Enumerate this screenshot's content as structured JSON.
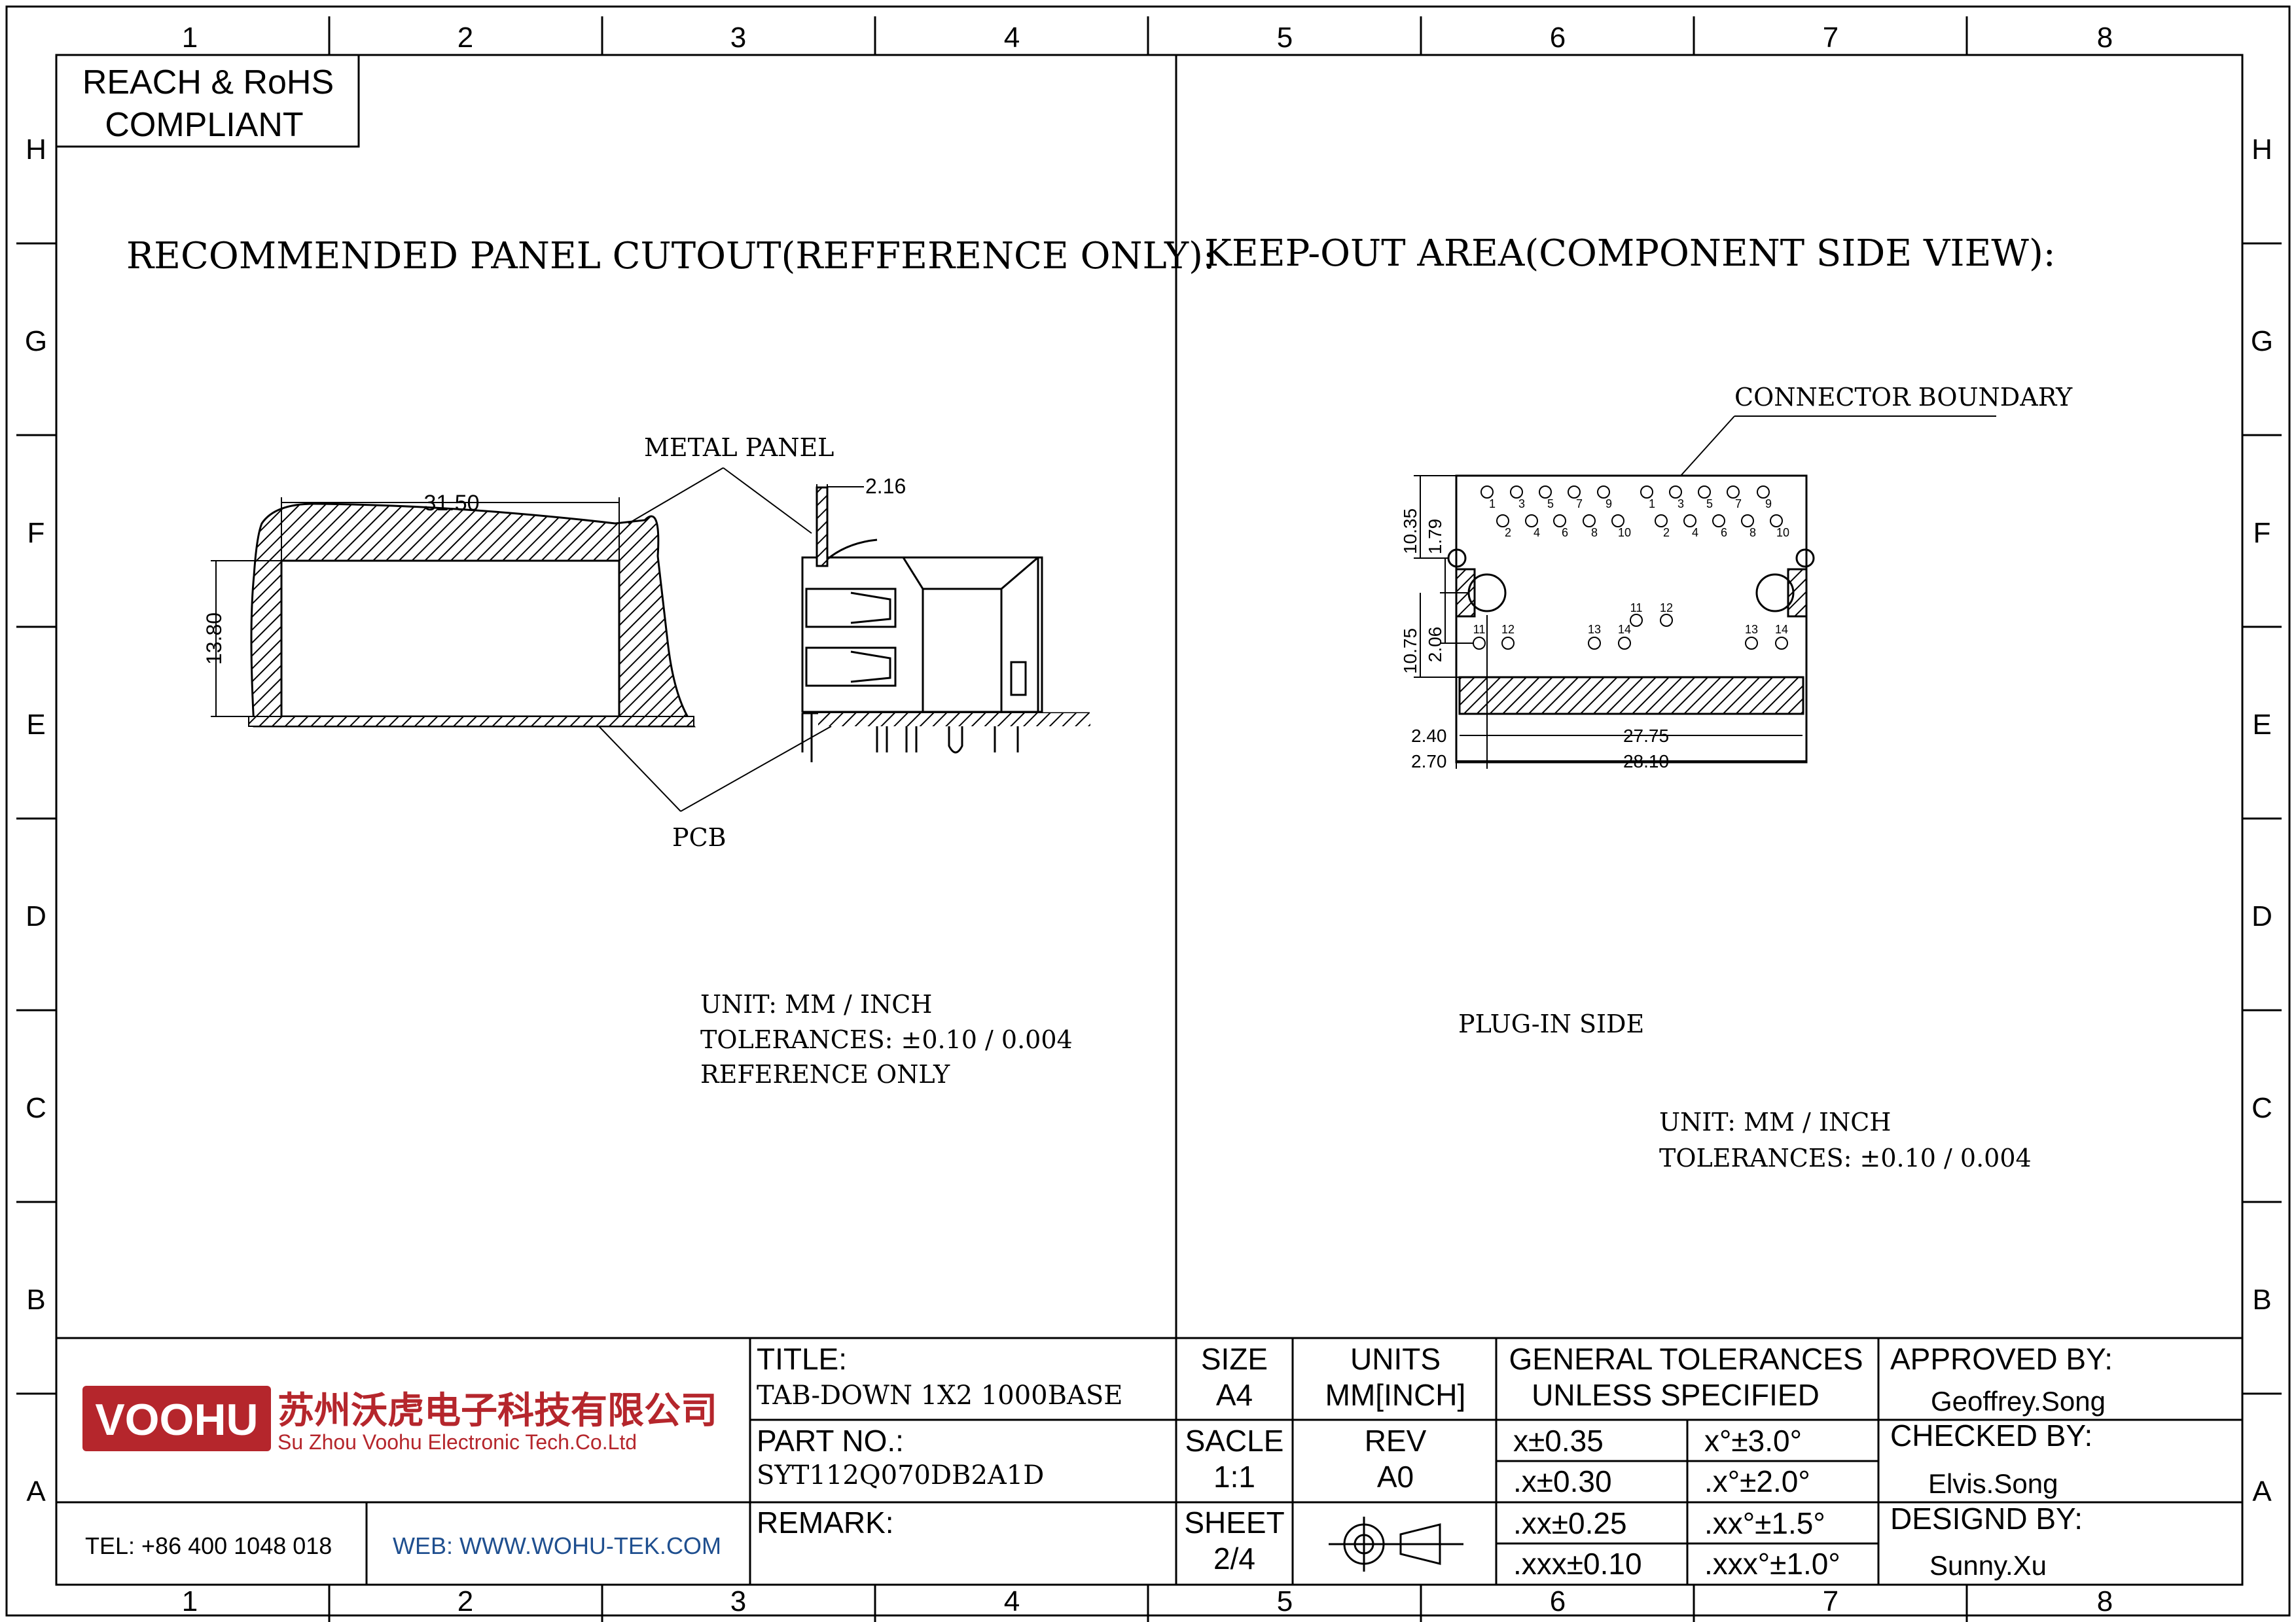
{
  "compliance": {
    "line1": "REACH & RoHS",
    "line2": "COMPLIANT"
  },
  "grid": {
    "columns": [
      "1",
      "2",
      "3",
      "4",
      "5",
      "6",
      "7",
      "8"
    ],
    "rows": [
      "H",
      "G",
      "F",
      "E",
      "D",
      "C",
      "B",
      "A"
    ]
  },
  "left_view": {
    "heading": "RECOMMENDED PANEL CUTOUT(REFFERENCE ONLY):",
    "metal_panel": "METAL PANEL",
    "pcb": "PCB",
    "dim_width": "31.50",
    "dim_height": "13.80",
    "dim_panel": "2.16",
    "notes": [
      "UNIT: MM / INCH",
      "TOLERANCES: ±0.10 / 0.004",
      "REFERENCE ONLY"
    ]
  },
  "right_view": {
    "heading": "KEEP-OUT AREA(COMPONENT SIDE VIEW):",
    "connector_boundary": "CONNECTOR BOUNDARY",
    "plug_in_side": "PLUG-IN SIDE",
    "dims": {
      "d1035": "10.35",
      "d179": "1.79",
      "d1075": "10.75",
      "d206": "2.06",
      "d240": "2.40",
      "d270": "2.70",
      "d2775": "27.75",
      "d2810": "28.10"
    },
    "pins_top": [
      "1",
      "3",
      "5",
      "7",
      "9"
    ],
    "pins_bottom": [
      "2",
      "4",
      "6",
      "8",
      "10"
    ],
    "pins_misc": [
      "11",
      "12",
      "13",
      "14"
    ],
    "notes": [
      "UNIT: MM / INCH",
      "TOLERANCES: ±0.10 / 0.004"
    ]
  },
  "title_block": {
    "company_logo": "VOOHU",
    "company_cn": "苏州沃虎电子科技有限公司",
    "company_en": "Su Zhou Voohu Electronic Tech.Co.Ltd",
    "tel": "TEL: +86 400 1048 018",
    "web": "WEB: WWW.WOHU-TEK.COM",
    "title_label": "TITLE:",
    "title_value": "TAB-DOWN 1X2 1000BASE",
    "part_label": "PART NO.:",
    "part_value": "SYT112Q070DB2A1D",
    "remark_label": "REMARK:",
    "size_label": "SIZE",
    "size_value": "A4",
    "units_label": "UNITS",
    "units_value": "MM[INCH]",
    "scale_label": "SACLE",
    "scale_value": "1:1",
    "rev_label": "REV",
    "rev_value": "A0",
    "sheet_label": "SHEET",
    "sheet_value": "2/4",
    "gt_line1": "GENERAL TOLERANCES",
    "gt_line2": "UNLESS SPECIFIED",
    "tolerances": [
      [
        "x±0.35",
        "x°±3.0°"
      ],
      [
        ".x±0.30",
        ".x°±2.0°"
      ],
      [
        ".xx±0.25",
        ".xx°±1.5°"
      ],
      [
        ".xxx±0.10",
        ".xxx°±1.0°"
      ]
    ],
    "approved_label": "APPROVED BY:",
    "approved_value": "Geoffrey.Song",
    "checked_label": "CHECKED BY:",
    "checked_value": "Elvis.Song",
    "designed_label": "DESIGND BY:",
    "designed_value": "Sunny.Xu"
  },
  "colors": {
    "logo_red": "#b5262c",
    "web_blue": "#1f4f8f"
  }
}
